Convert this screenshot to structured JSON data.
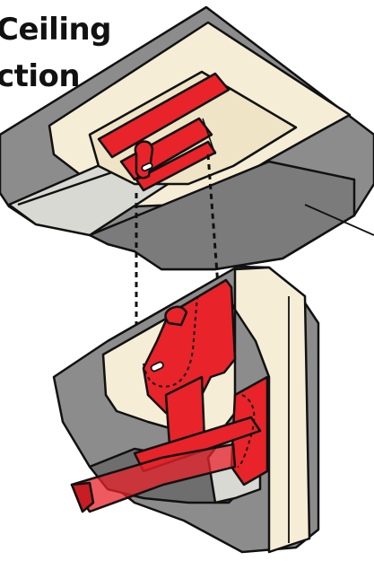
{
  "heading": {
    "line1": "Ceiling",
    "line2": "ction"
  },
  "colors": {
    "gray": "#8c8c8c",
    "dark_gray": "#6e6e6e",
    "cream": "#f5edd5",
    "light_gray": "#d9d9d3",
    "red": "#e8232a",
    "outline": "#111111"
  },
  "icons": [
    "ceiling-profile",
    "mounting-clip",
    "wall-block",
    "red-bracket"
  ]
}
